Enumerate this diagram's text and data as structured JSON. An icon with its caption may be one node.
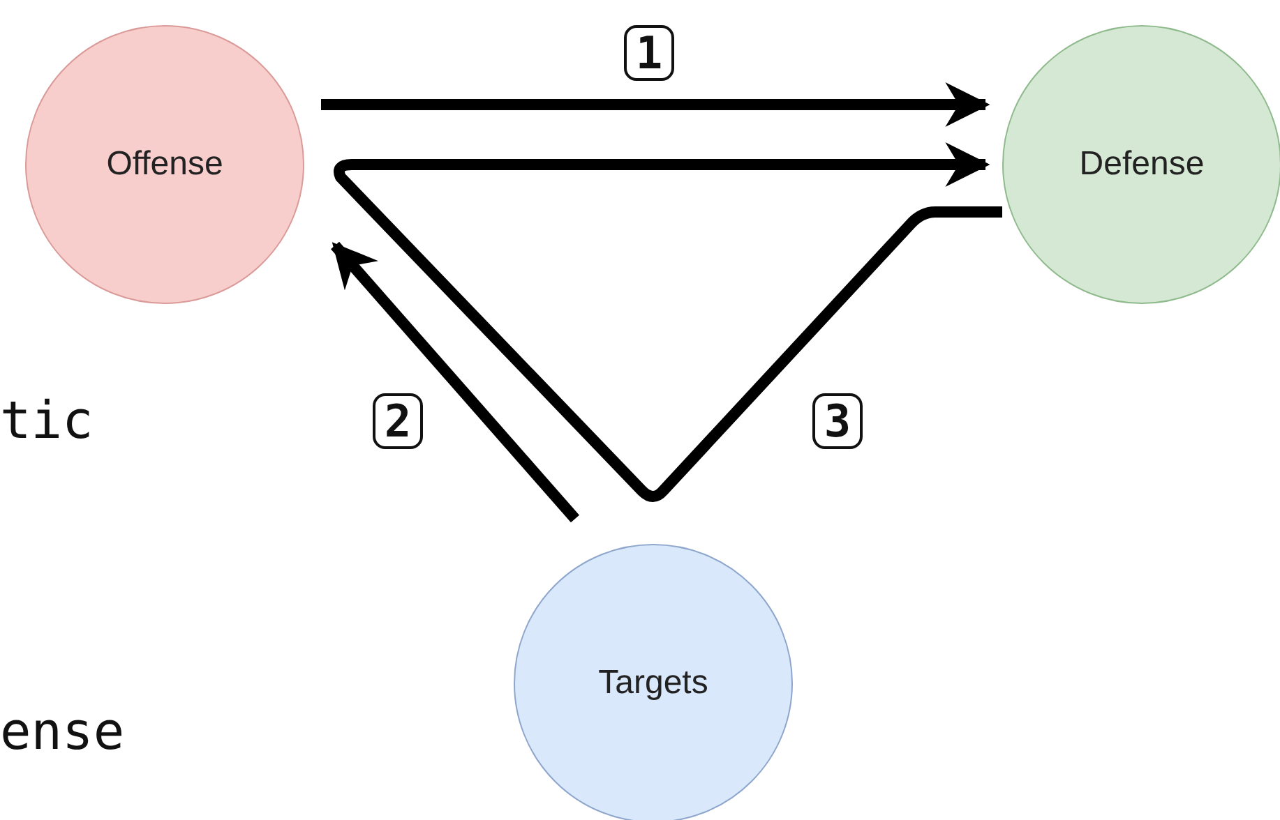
{
  "diagram": {
    "nodes": [
      {
        "text": [
          "Offense"
        ]
      },
      {
        "text": [
          "Defense"
        ]
      },
      {
        "text": [
          "Targets"
        ]
      }
    ],
    "edges": [
      {
        "from": 0,
        "to": 1,
        "arrow": "to",
        "label": "1"
      },
      {
        "from": 2,
        "to": 0,
        "arrow": "to",
        "label": "2"
      },
      {
        "from": 1,
        "to": 1,
        "arrow": "to",
        "label": "3"
      }
    ],
    "labels": [
      "tic",
      "ense"
    ]
  }
}
